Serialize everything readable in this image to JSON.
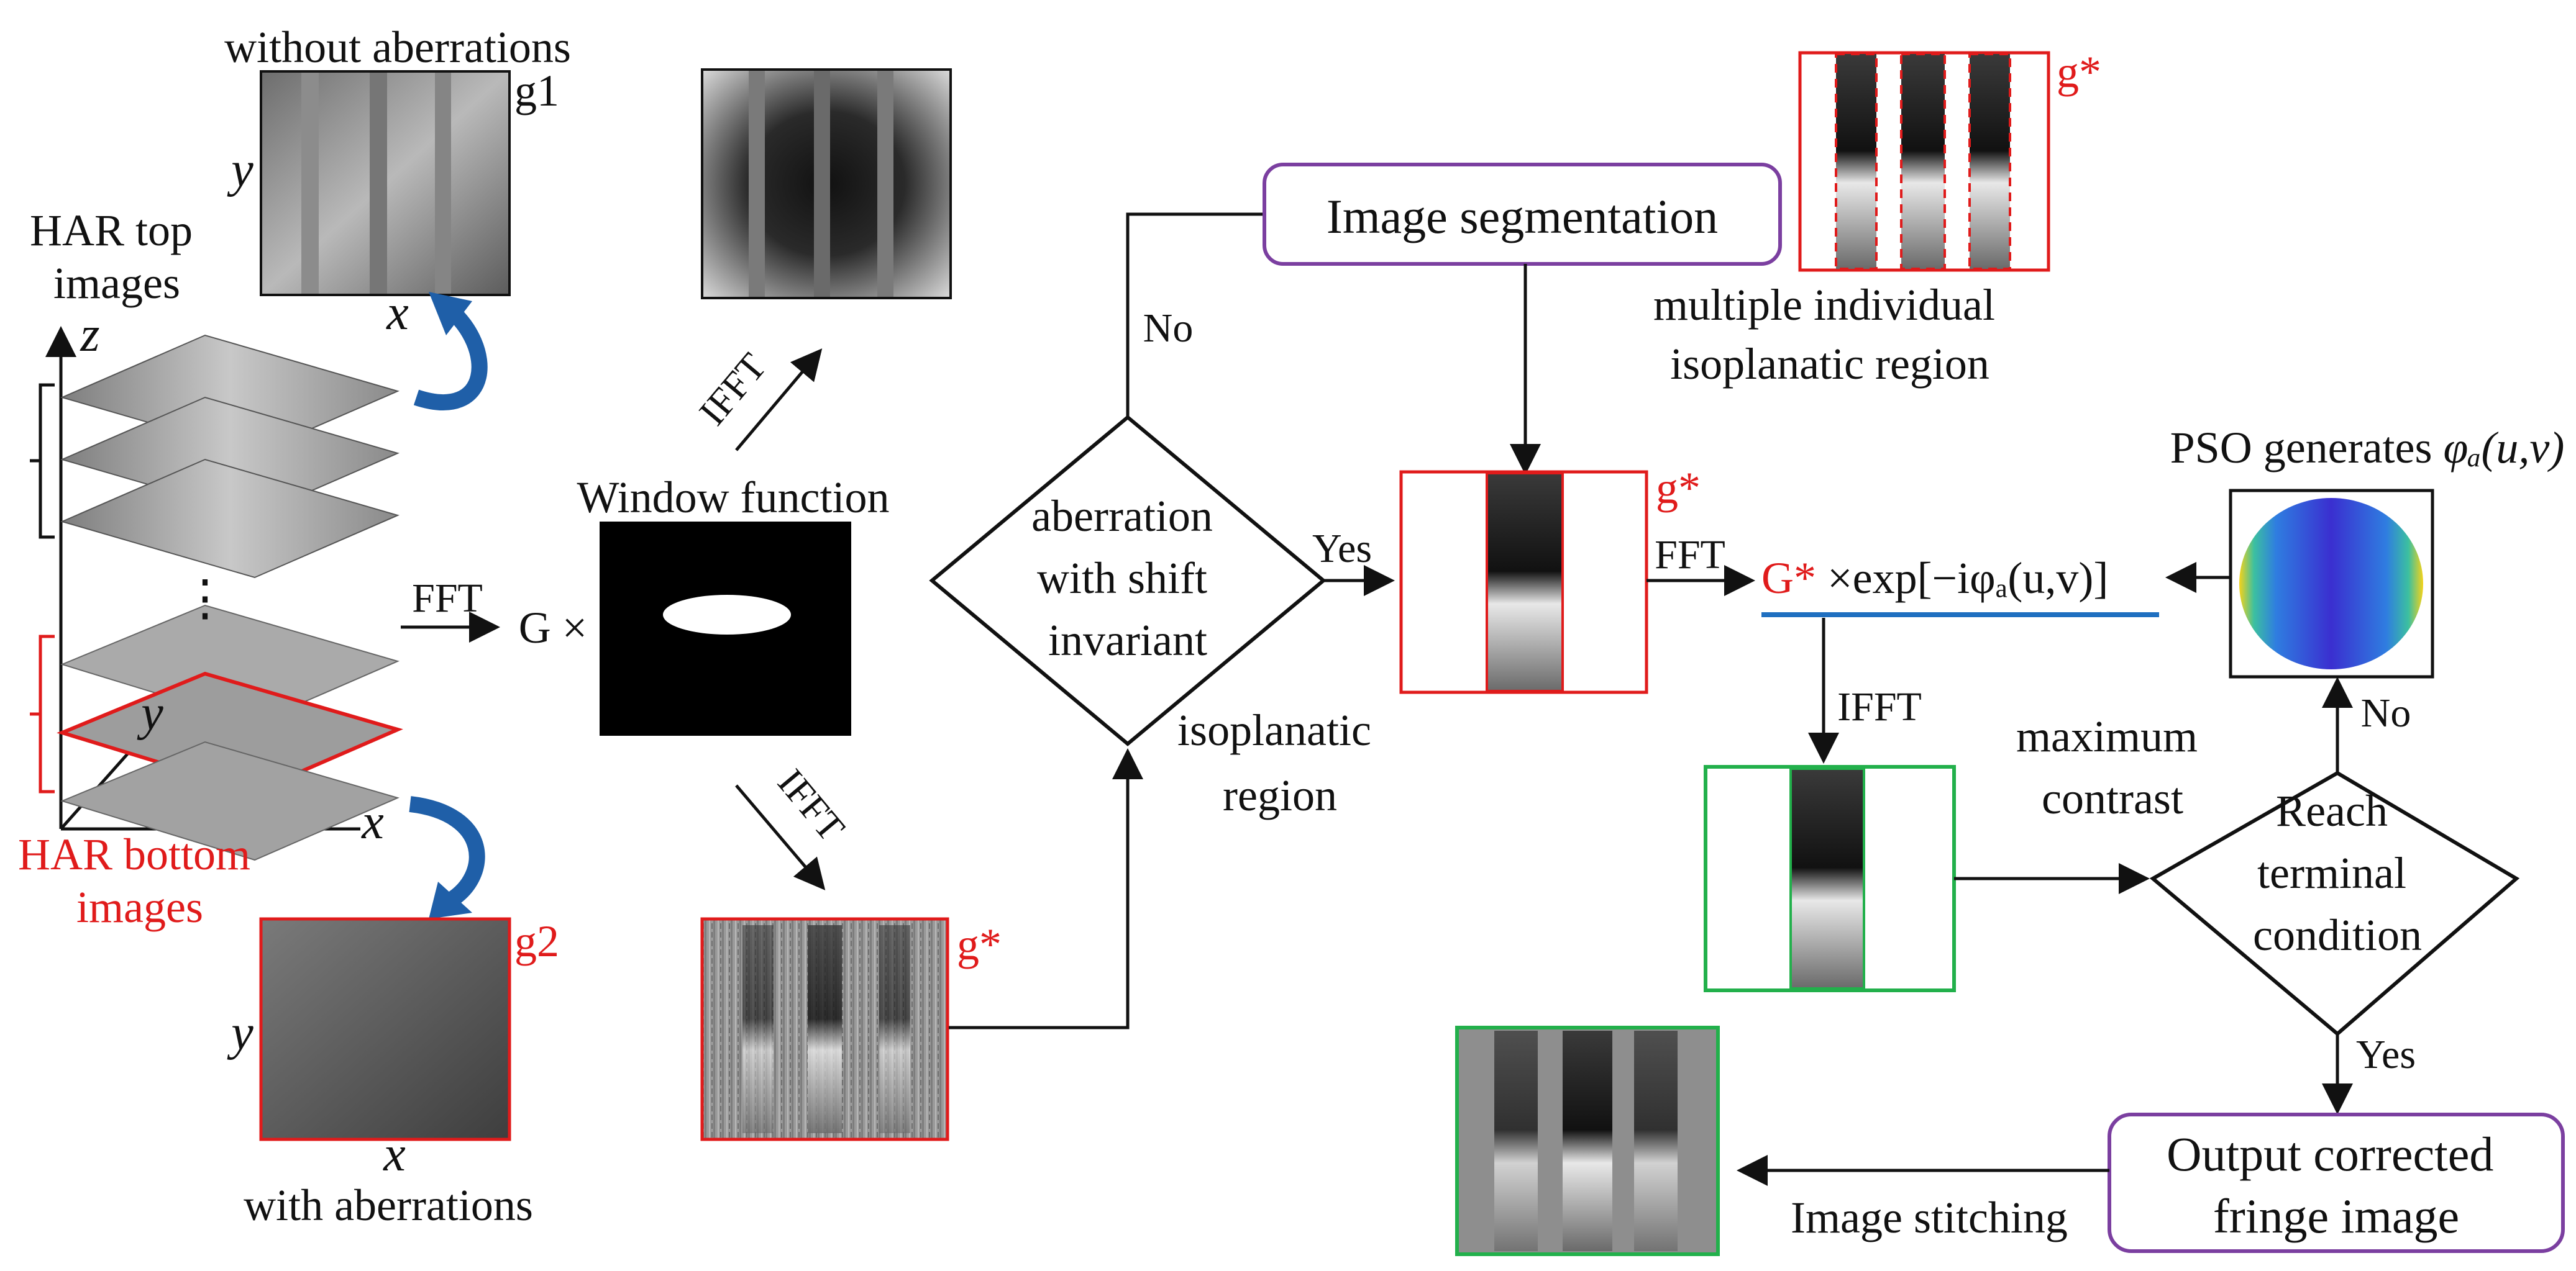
{
  "labels": {
    "without_aberrations": "without aberrations",
    "with_aberrations": "with aberrations",
    "g1": "g1",
    "g2": "g2",
    "g_star": "g*",
    "har_top": [
      "HAR top",
      "images"
    ],
    "har_bottom": [
      "HAR bottom",
      "images"
    ],
    "axis_x": "x",
    "axis_y": "y",
    "axis_z": "z",
    "ellipsis": "⋮",
    "fft": "FFT",
    "ifft": "IFFT",
    "g_times": "G ×",
    "window_function": "Window function",
    "aberration_decision": [
      "aberration",
      "with shift",
      "invariant"
    ],
    "isoplanatic_region_note": [
      "isoplanatic",
      "region"
    ],
    "yes": "Yes",
    "no": "No",
    "image_segmentation": "Image segmentation",
    "multiple_regions": [
      "multiple individual",
      "isoplanatic region"
    ],
    "pso_generates": "PSO generates",
    "phi_expr": "φₐ(u,v)",
    "formula_gstar": "G*",
    "formula_rest": " ×exp[−iφₐ(u,v)]",
    "maximum_contrast": [
      "maximum",
      "contrast"
    ],
    "terminal_decision": [
      "Reach",
      "terminal",
      "condition"
    ],
    "output_box": [
      "Output corrected",
      "fringe image"
    ],
    "image_stitching": "Image stitching"
  },
  "colors": {
    "red": "#e01b1b",
    "green": "#22b04b",
    "purple": "#7b3fa0",
    "blue_arrow": "#1f5fa8",
    "underline_blue": "#1f6fc0"
  }
}
